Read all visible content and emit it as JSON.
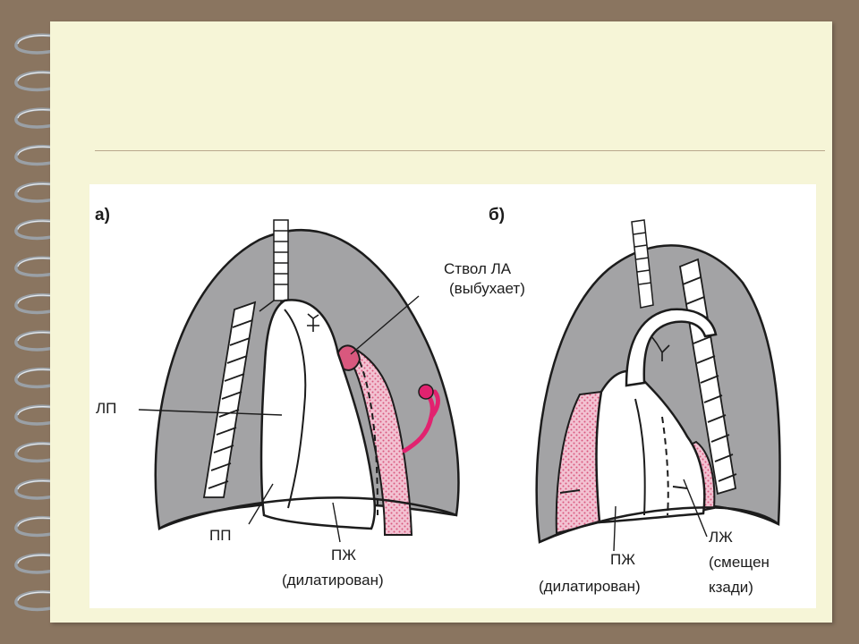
{
  "colors": {
    "frame": "#8a7560",
    "paper": "#f6f5d7",
    "lung_gray": "#a3a3a5",
    "pink": "#d9587e",
    "pink_light": "#f2c2d2",
    "artery": "#e2226f"
  },
  "panel_a": {
    "label": "а)",
    "labels": {
      "pa_trunk_line1": "Ствол ЛА",
      "pa_trunk_line2": "(выбухает)",
      "la": "ЛП",
      "ra": "ПП",
      "rv_line1": "ПЖ",
      "rv_line2": "(дилатирован)"
    }
  },
  "panel_b": {
    "label": "б)",
    "labels": {
      "rv_line1": "ПЖ",
      "rv_line2": "(дилатирован)",
      "lv_line1": "ЛЖ",
      "lv_line2": "(смещен",
      "lv_line3": "кзади)"
    }
  },
  "icons": [
    "spiral-binding-icon"
  ]
}
